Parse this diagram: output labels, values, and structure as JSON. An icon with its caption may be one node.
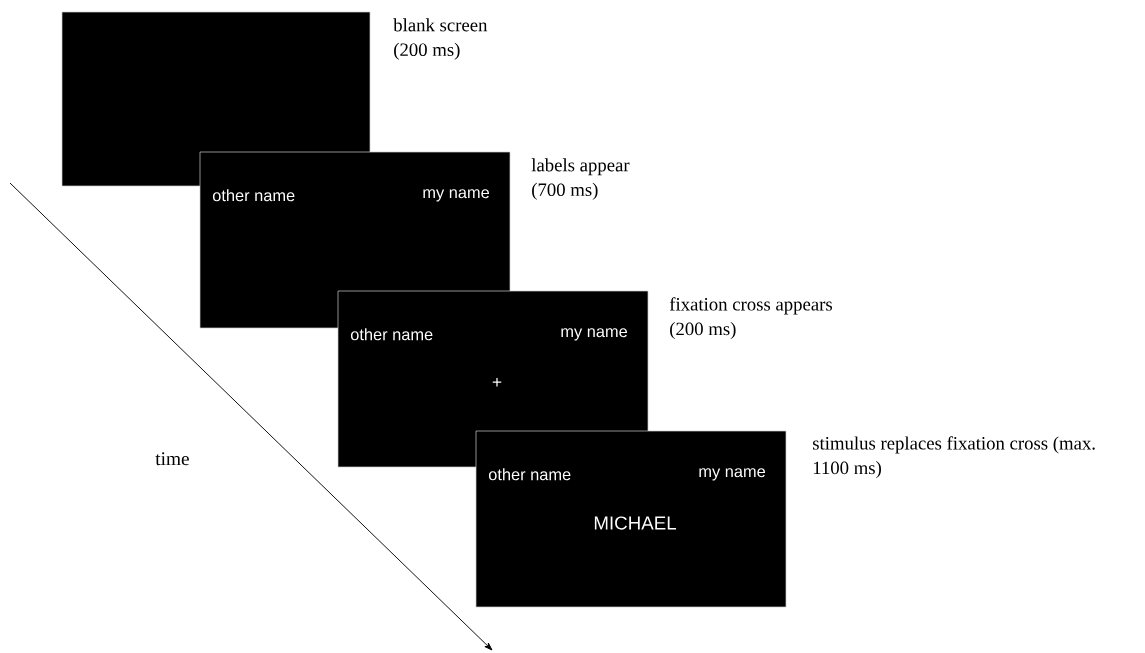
{
  "diagram": {
    "nodes": [
      {
        "text": [],
        "shape": "box",
        "beside": [
          "blank screen (200 ms)"
        ]
      },
      {
        "text": [
          "other name",
          "my name"
        ],
        "beside": [
          "labels appear (700 ms)"
        ]
      },
      {
        "text": [
          "other name",
          "my name",
          "+"
        ],
        "beside": [
          "fixation cross appears (200 ms)"
        ]
      },
      {
        "text": [
          "other name",
          "my name",
          "MICHAEL"
        ],
        "beside": [
          "stimulus replaces fixation cross (max. 1100 ms)"
        ]
      }
    ],
    "edges": [],
    "labels": [
      "time"
    ]
  }
}
